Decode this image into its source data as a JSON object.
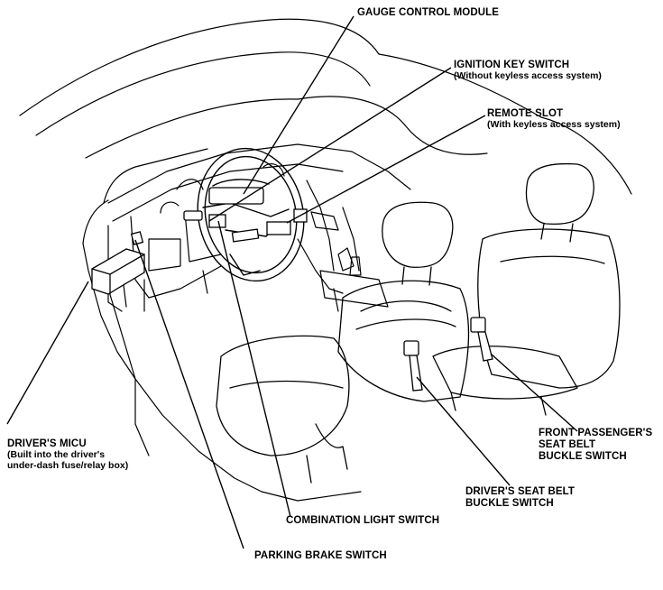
{
  "callouts": {
    "gauge_control_module": {
      "main": "GAUGE CONTROL MODULE"
    },
    "ignition_key_switch": {
      "main": "IGNITION KEY SWITCH",
      "sub": "(Without keyless access system)"
    },
    "remote_slot": {
      "main": "REMOTE SLOT",
      "sub": "(With keyless access system)"
    },
    "drivers_micu": {
      "main": "DRIVER'S MICU",
      "sub1": "(Built into the driver's",
      "sub2": "under-dash fuse/relay box)"
    },
    "front_passenger_seat_belt": {
      "line1": "FRONT PASSENGER'S",
      "line2": "SEAT BELT",
      "line3": "BUCKLE SWITCH"
    },
    "drivers_seat_belt": {
      "line1": "DRIVER'S SEAT BELT",
      "line2": "BUCKLE SWITCH"
    },
    "combination_light_switch": {
      "main": "COMBINATION LIGHT SWITCH"
    },
    "parking_brake_switch": {
      "main": "PARKING BRAKE SWITCH"
    }
  }
}
